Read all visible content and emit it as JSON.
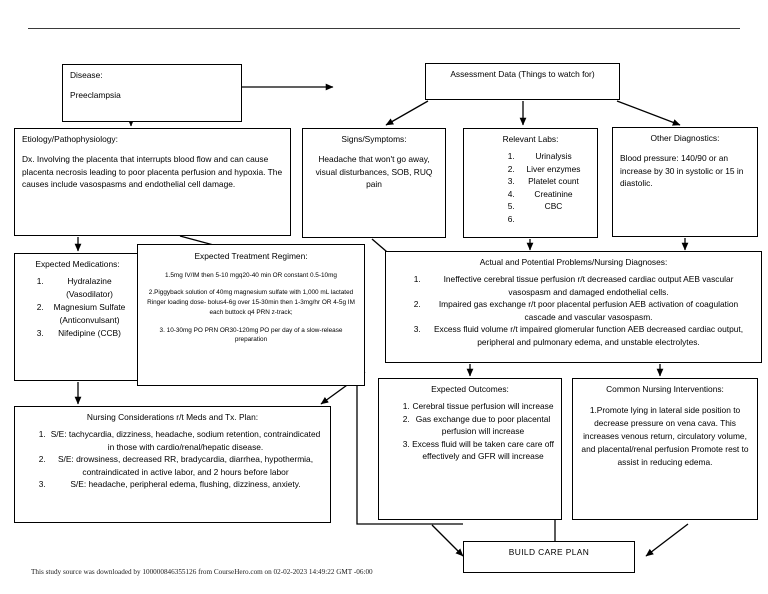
{
  "document": {
    "footer": "This study source was downloaded by 100000846355126 from CourseHero.com on 02-02-2023 14:49:22 GMT -06:00"
  },
  "boxes": {
    "disease": {
      "title": "Disease:",
      "value": "Preeclampsia"
    },
    "assessment": {
      "title": "Assessment Data (Things to watch for)"
    },
    "etiology": {
      "title": "Etiology/Pathophysiology:",
      "body": "Dx. Involving the placenta that interrupts blood flow and can cause placenta necrosis leading to poor placenta perfusion and hypoxia. The causes include vasospasms and endothelial cell damage."
    },
    "signs": {
      "title": "Signs/Symptoms:",
      "body": "Headache that won't go away, visual disturbances, SOB, RUQ pain"
    },
    "labs": {
      "title": "Relevant Labs:",
      "items": [
        "Urinalysis",
        "Liver enzymes",
        "Platelet count",
        "Creatinine",
        "CBC",
        ""
      ]
    },
    "other_diagnostics": {
      "title": "Other Diagnostics:",
      "body": "Blood pressure: 140/90 or an increase by 30 in systolic or 15 in diastolic."
    },
    "medications": {
      "title": "Expected Medications:",
      "items": [
        "Hydralazine (Vasodilator)",
        "Magnesium Sulfate (Anticonvulsant)",
        "Nifedipine (CCB)"
      ]
    },
    "treatment_regimen": {
      "title": "Expected Treatment Regimen:",
      "line1": "1.5mg IV/IM then 5-10 mgq20-40 min OR constant 0.5-10mg",
      "line2": "2.Piggyback solution of 40mg magnesium sulfate with 1,000 mL lactated Ringer loading dose- bolus4-6g over 15-30min then 1-3mg/hr OR 4-5g IM each buttock q4 PRN z-track;",
      "line3": "3. 10-30mg PO PRN OR30-120mg PO per day of a slow-release preparation"
    },
    "nursing_diagnoses": {
      "title": "Actual and Potential Problems/Nursing Diagnoses:",
      "items": [
        "Ineffective cerebral tissue perfusion r/t decreased cardiac output AEB vascular vasospasm and damaged endothelial cells.",
        "Impaired gas exchange r/t poor placental perfusion AEB activation of coagulation cascade and vascular vasospasm.",
        "Excess fluid volume r/t impaired glomerular function AEB decreased cardiac output, peripheral and pulmonary edema, and unstable electrolytes."
      ]
    },
    "nursing_considerations": {
      "title": "Nursing Considerations r/t Meds and Tx. Plan:",
      "items": [
        "S/E: tachycardia, dizziness, headache, sodium retention, contraindicated in those with cardio/renal/hepatic disease.",
        "S/E: drowsiness, decreased RR, bradycardia, diarrhea, hypothermia, contraindicated in active labor, and 2 hours before labor",
        "S/E: headache, peripheral edema, flushing, dizziness, anxiety."
      ]
    },
    "expected_outcomes": {
      "title": "Expected Outcomes:",
      "items": [
        "Cerebral tissue perfusion will increase",
        "Gas exchange due to poor placental perfusion will increase",
        "Excess fluid will be taken care care off effectively and GFR will increase"
      ]
    },
    "nursing_interventions": {
      "title": "Common Nursing Interventions:",
      "body": "1.Promote lying in lateral side position to decrease pressure on vena cava. This increases venous return, circulatory volume, and placental/renal perfusion Promote rest to assist in reducing edema."
    },
    "build_care_plan": {
      "title": "BUILD CARE PLAN"
    }
  },
  "colors": {
    "border": "#000000",
    "background": "#ffffff",
    "text": "#000000",
    "rule": "#3a3a3a"
  }
}
